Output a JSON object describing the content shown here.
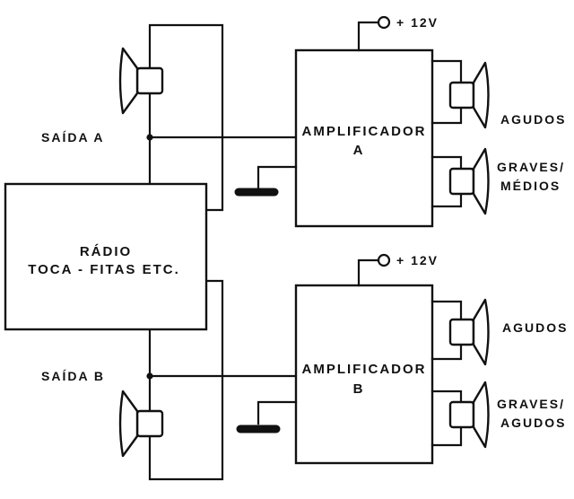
{
  "labels": {
    "saida_a": "SAÍDA  A",
    "saida_b": "SAÍDA  B",
    "radio_line1": "RÁDIO",
    "radio_line2": "TOCA - FITAS  ETC.",
    "amp_word": "AMPLIFICADOR",
    "amp_a_letter": "A",
    "amp_b_letter": "B",
    "supply_a": "+ 12V",
    "supply_b": "+ 12V",
    "a_top_speaker": "AGUDOS",
    "a_bottom_line1": "GRAVES/",
    "a_bottom_line2": "MÉDIOS",
    "b_top_speaker": "AGUDOS",
    "b_bottom_line1": "GRAVES/",
    "b_bottom_line2": "AGUDOS"
  },
  "colors": {
    "ink": "#111111",
    "background": "#ffffff"
  }
}
